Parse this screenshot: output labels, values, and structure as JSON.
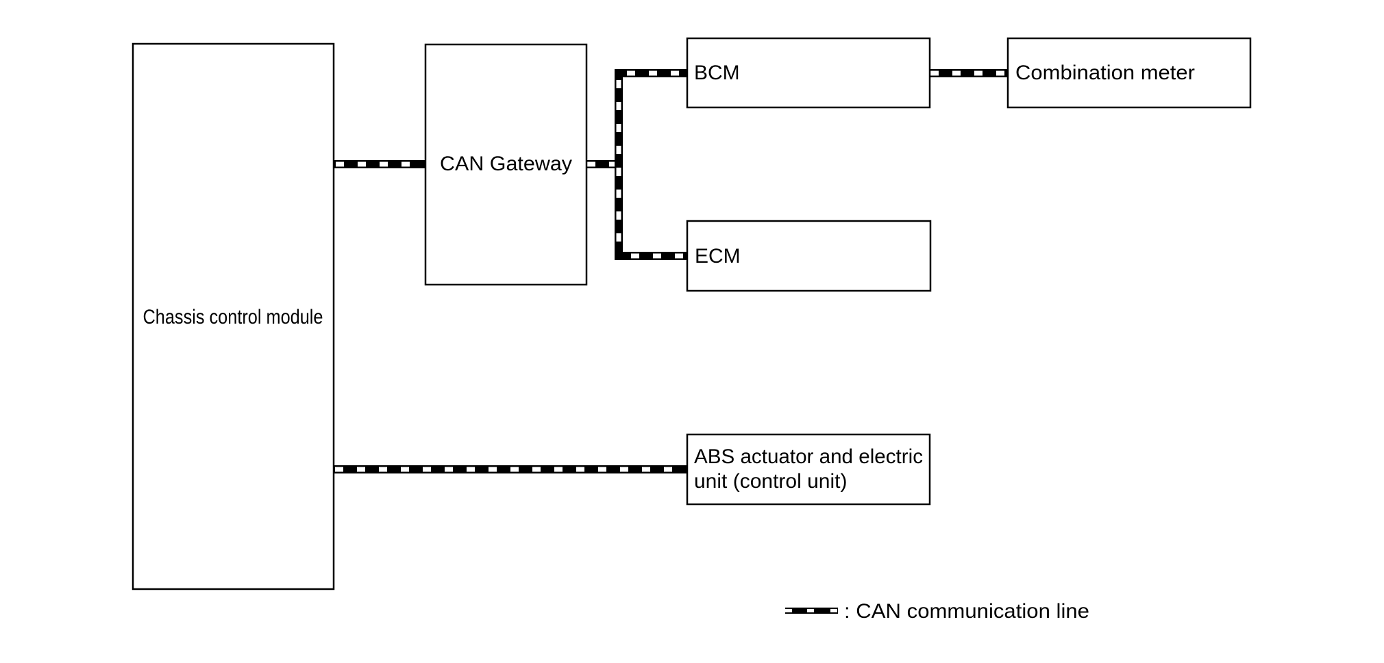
{
  "diagram": {
    "title": "CAN communication system diagram",
    "nodes": [
      {
        "id": "chassis",
        "label_lines": [
          "Chassis control module"
        ]
      },
      {
        "id": "gateway",
        "label_lines": [
          "CAN Gateway"
        ]
      },
      {
        "id": "bcm",
        "label_lines": [
          "BCM"
        ]
      },
      {
        "id": "ecm",
        "label_lines": [
          "ECM"
        ]
      },
      {
        "id": "meter",
        "label_lines": [
          "Combination meter"
        ]
      },
      {
        "id": "abs",
        "label_lines": [
          "ABS actuator and electric",
          "unit (control unit)"
        ]
      }
    ],
    "connections": [
      {
        "from": "chassis",
        "to": "gateway",
        "type": "CAN communication line"
      },
      {
        "from": "gateway",
        "to": "bcm",
        "type": "CAN communication line"
      },
      {
        "from": "gateway",
        "to": "ecm",
        "type": "CAN communication line"
      },
      {
        "from": "bcm",
        "to": "meter",
        "type": "CAN communication line"
      },
      {
        "from": "chassis",
        "to": "abs",
        "type": "CAN communication line"
      }
    ],
    "legend": {
      "symbol": "can-line-icon",
      "text": ": CAN communication line"
    },
    "colors": {
      "line": "#000000",
      "background": "#ffffff"
    }
  }
}
